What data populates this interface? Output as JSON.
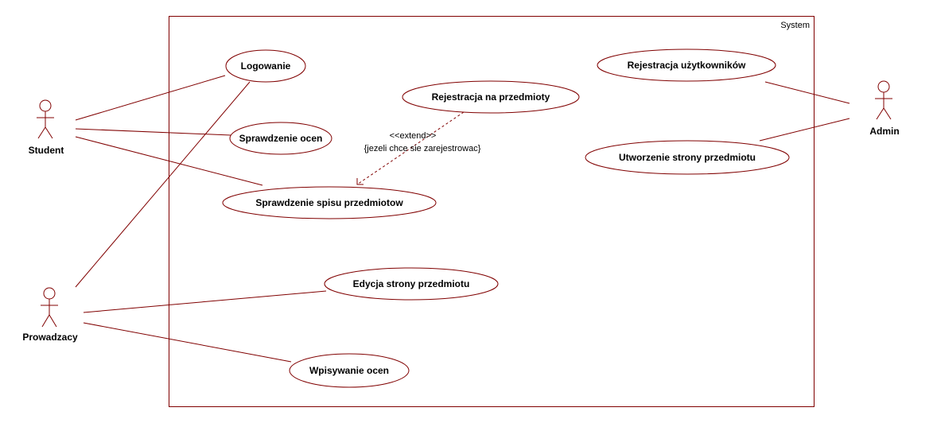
{
  "system": {
    "label": "System"
  },
  "actors": {
    "student": "Student",
    "prowadzacy": "Prowadzacy",
    "admin": "Admin"
  },
  "use_cases": {
    "logowanie": "Logowanie",
    "sprawdzenie_ocen": "Sprawdzenie ocen",
    "sprawdzenie_spisu": "Sprawdzenie spisu przedmiotow",
    "rejestracja_przedmioty": "Rejestracja na przedmioty",
    "rejestracja_uzytkownikow": "Rejestracja użytkowników",
    "utworzenie_strony": "Utworzenie strony przedmiotu",
    "edycja_strony": "Edycja strony przedmiotu",
    "wpisywanie_ocen": "Wpisywanie ocen"
  },
  "extend": {
    "stereotype": "<<extend>>",
    "condition": "{jezeli chce sie zarejestrowac}"
  },
  "colors": {
    "line": "#800000",
    "text": "#000000",
    "background": "#ffffff"
  }
}
